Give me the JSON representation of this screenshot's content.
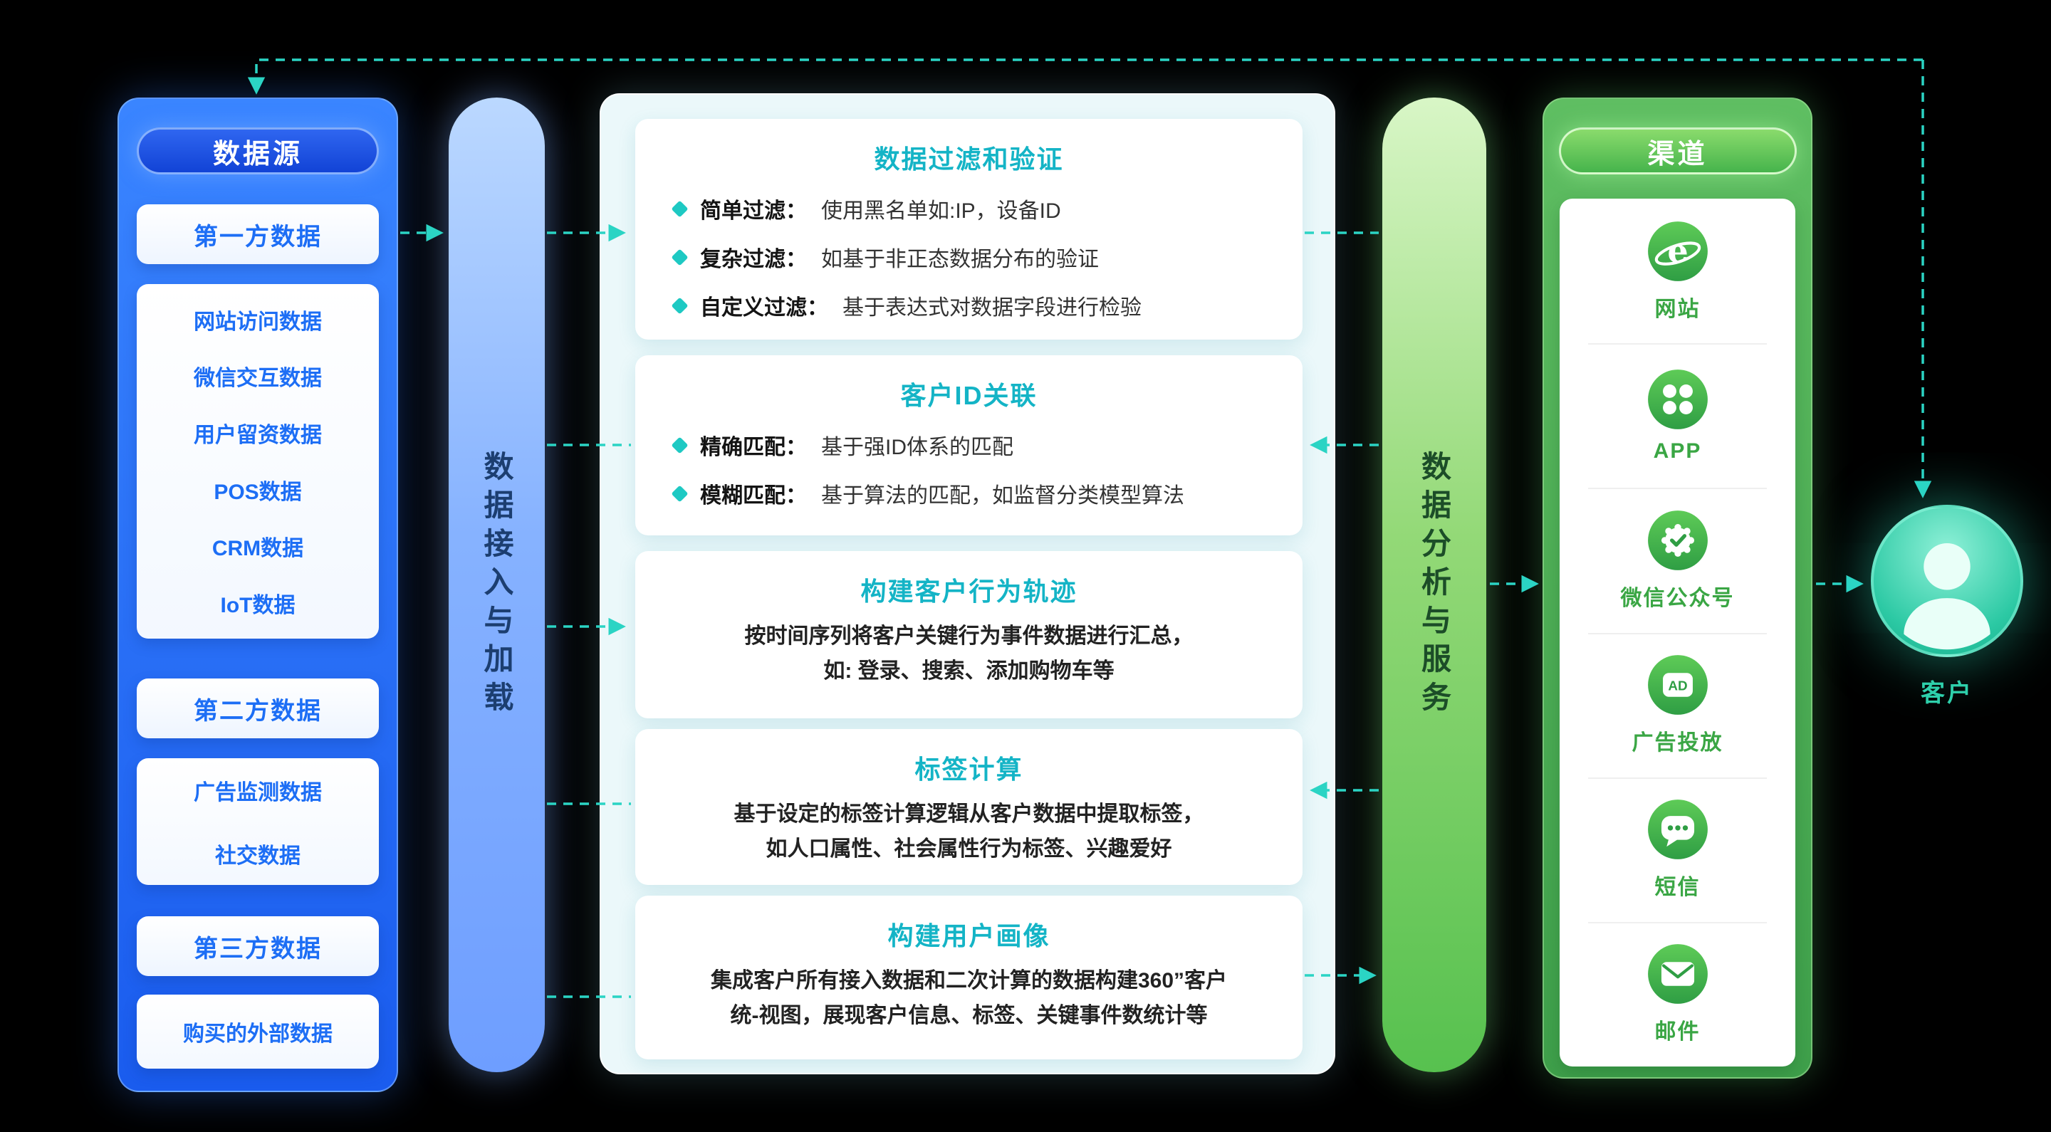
{
  "colors": {
    "background": "#000000",
    "accent_teal": "#2BD4C4",
    "primary_blue": "#1D6EF5",
    "panel_blue": "#2E78F7",
    "panel_green": "#4CAE52",
    "card_title_teal": "#14B4C6"
  },
  "data_sources": {
    "title": "数据源",
    "groups": [
      {
        "title": "第一方数据",
        "items": [
          "网站访问数据",
          "微信交互数据",
          "用户留资数据",
          "POS数据",
          "CRM数据",
          "IoT数据"
        ]
      },
      {
        "title": "第二方数据",
        "items": [
          "广告监测数据",
          "社交数据"
        ]
      },
      {
        "title": "第三方数据",
        "items": [
          "购买的外部数据"
        ]
      }
    ]
  },
  "pipeline": {
    "ingest_label": "数据接入与加载",
    "analysis_label": "数据分析与服务"
  },
  "process_cards": [
    {
      "title": "数据过滤和验证",
      "bullets": [
        {
          "label": "简单过滤：",
          "text": "使用黑名单如:IP，设备ID"
        },
        {
          "label": "复杂过滤：",
          "text": "如基于非正态数据分布的验证"
        },
        {
          "label": "自定义过滤：",
          "text": "基于表达式对数据字段进行检验"
        }
      ]
    },
    {
      "title": "客户ID关联",
      "bullets": [
        {
          "label": "精确匹配：",
          "text": "基于强ID体系的匹配"
        },
        {
          "label": "模糊匹配：",
          "text": "基于算法的匹配，如监督分类模型算法"
        }
      ]
    },
    {
      "title": "构建客户行为轨迹",
      "body": "按时间序列将客户关键行为事件数据进行汇总，\n如: 登录、搜索、添加购物车等"
    },
    {
      "title": "标签计算",
      "body": "基于设定的标签计算逻辑从客户数据中提取标签，\n如人口属性、社会属性行为标签、兴趣爱好"
    },
    {
      "title": "构建用户画像",
      "body": "集成客户所有接入数据和二次计算的数据构建360”客户\n统-视图，展现客户信息、标签、关键事件数统计等"
    }
  ],
  "channels": {
    "title": "渠道",
    "items": [
      {
        "icon": "browser-icon",
        "glyph": "e",
        "label": "网站"
      },
      {
        "icon": "app-grid-icon",
        "label": "APP"
      },
      {
        "icon": "wechat-official-account-icon",
        "label": "微信公众号"
      },
      {
        "icon": "ad-icon",
        "badge": "AD",
        "label": "广告投放"
      },
      {
        "icon": "sms-icon",
        "label": "短信"
      },
      {
        "icon": "email-icon",
        "label": "邮件"
      }
    ]
  },
  "customer": {
    "label": "客户"
  }
}
